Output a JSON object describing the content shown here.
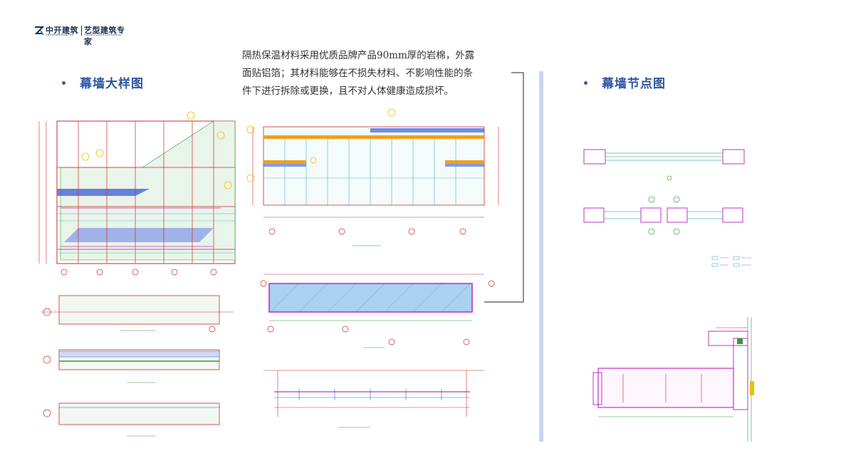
{
  "logo": {
    "name": "中开建筑",
    "tagline": "艺型建筑专家",
    "sub_left": "ZHONGKAIJIANZHU",
    "sub_right": "YIXINGJIANZHUZHUANJIA"
  },
  "left_heading": "幕墙大样图",
  "right_heading": "幕墙节点图",
  "note": {
    "lines": [
      "隔热保温材料采用优质品牌产品90mm厚的岩棉，外露",
      "面贴铝箔；其材料能够在不损失材料、不影响性能的条",
      "件下进行拆除或更换，且不对人体健康造成损坏。"
    ]
  },
  "colors": {
    "heading": "#2d56a0",
    "accent_bar": "#c9d6f1",
    "cad_red": "#cc2b2b",
    "cad_blue": "#3b5bd6",
    "cad_magenta": "#c233c2",
    "cad_green": "#2f9d3a",
    "cad_yellow": "#e6c400",
    "cad_orange": "#f0a020",
    "cad_cyan": "#43b7c6"
  }
}
